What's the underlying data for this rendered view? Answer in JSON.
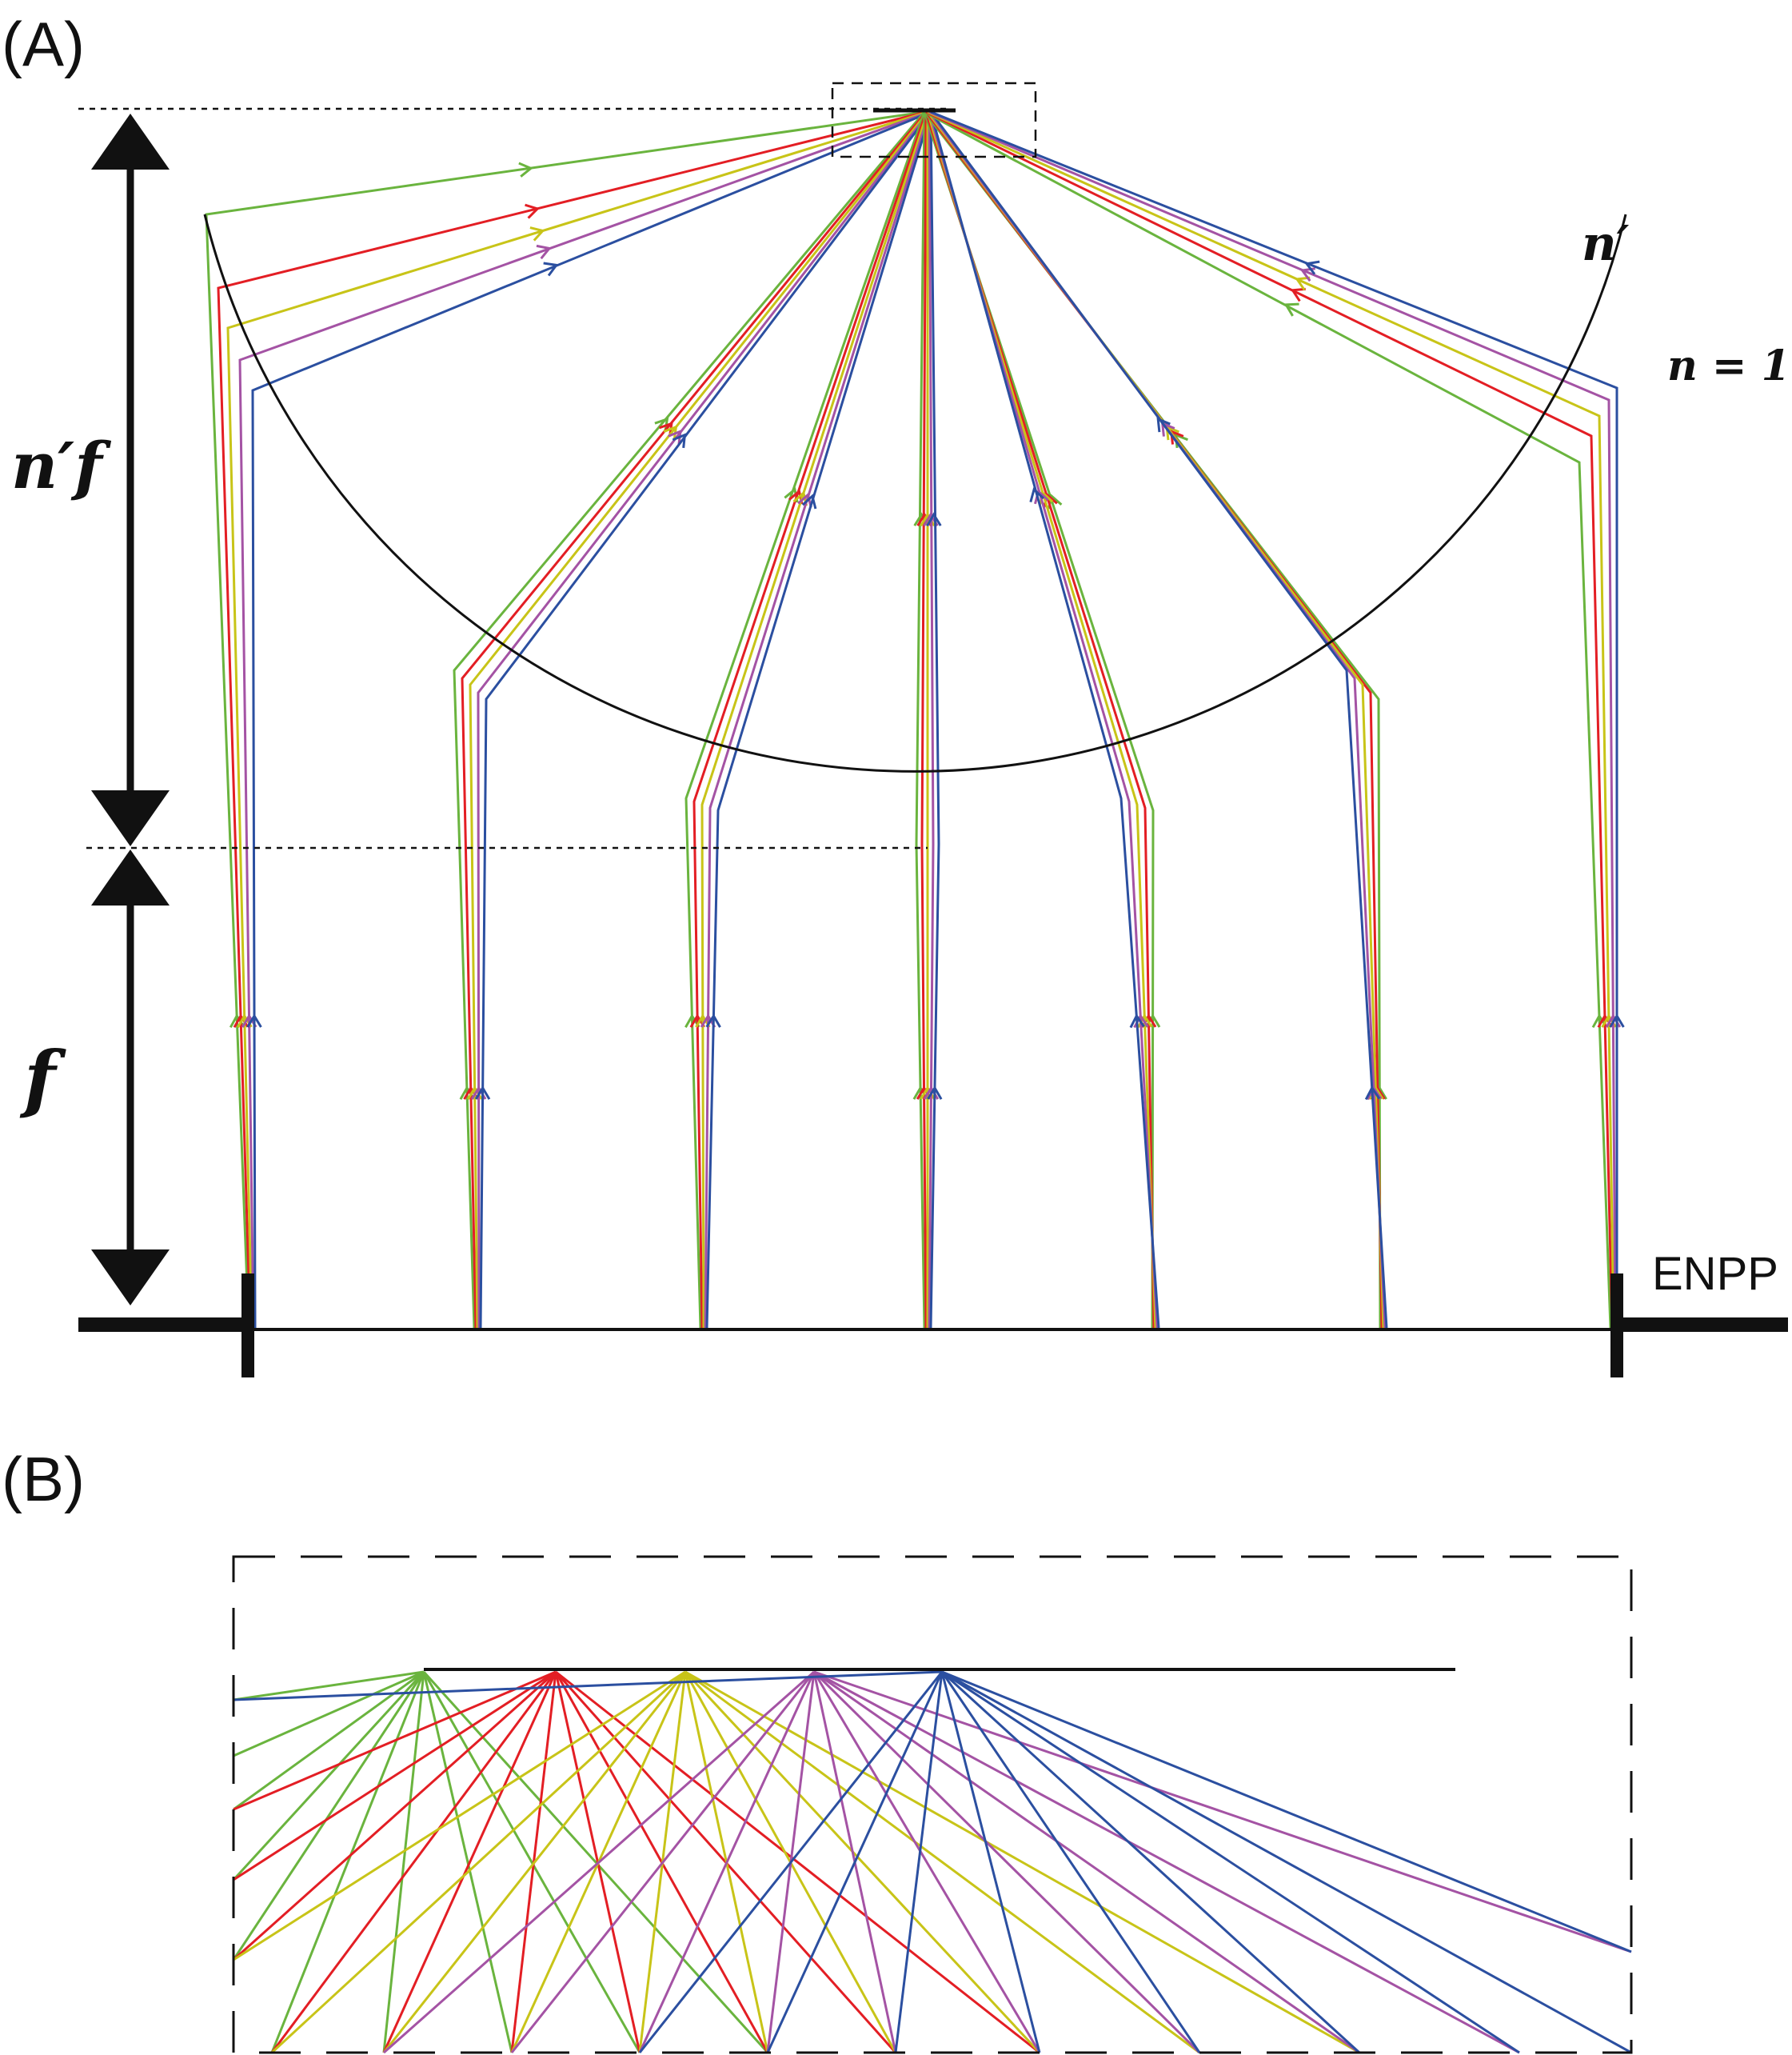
{
  "panel_a": {
    "label": "(A)",
    "dimension_upper_label": "n′f",
    "dimension_lower_label": "f",
    "outside_medium_label": "n′",
    "inside_medium_label": "n = 1",
    "pupil_label": "ENPP"
  },
  "panel_b": {
    "label": "(B)"
  },
  "ray_colors": [
    "#6ab43e",
    "#e31e24",
    "#c8c418",
    "#a453a4",
    "#2b4fa0"
  ],
  "line_color": "#111111"
}
